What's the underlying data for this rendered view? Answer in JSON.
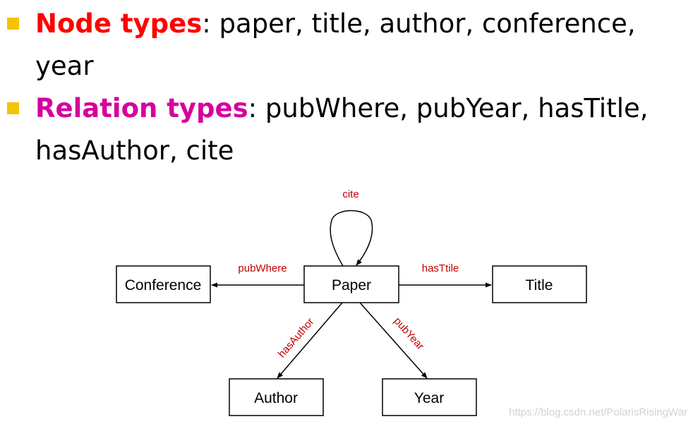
{
  "colors": {
    "bullet_square": "#f5c400",
    "node_term": "#ff0000",
    "relation_term": "#d6009d",
    "edge_label": "#c00000",
    "stroke": "#000000"
  },
  "bullets": [
    {
      "term": "Node types",
      "rest": ": paper, title, author, conference,",
      "line2": "year"
    },
    {
      "term": "Relation types",
      "rest": ": pubWhere, pubYear, hasTitle,",
      "line2": "hasAuthor, cite"
    }
  ],
  "diagram": {
    "nodes": {
      "conference": "Conference",
      "paper": "Paper",
      "title": "Title",
      "author": "Author",
      "year": "Year"
    },
    "edges": {
      "cite": "cite",
      "pubWhere": "pubWhere",
      "hasTitle": "hasTtile",
      "hasAuthor": "hasAuthor",
      "pubYear": "pubYear"
    }
  },
  "watermark": "https://blog.csdn.net/PolarisRisingWar"
}
